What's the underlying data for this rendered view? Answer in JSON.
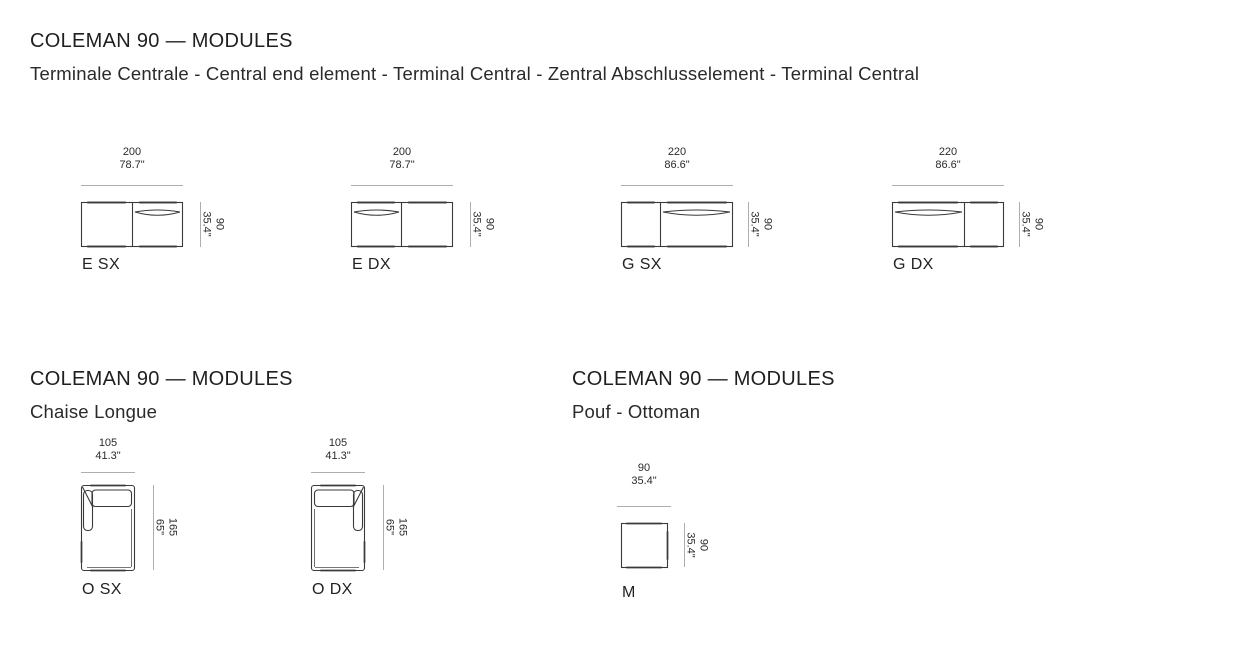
{
  "colors": {
    "background": "#ffffff",
    "text": "#262626",
    "drawing_line": "#3a3a3a",
    "cushion_edge_gray": "#8e8e8e",
    "dimension_line_gray": "#aeaeae"
  },
  "sections": {
    "terminale": {
      "title": "COLEMAN 90 — MODULES",
      "subtitle": "Terminale Centrale - Central end element - Terminal Central - Zentral Abschlusselement - Terminal Central"
    },
    "chaise": {
      "title": "COLEMAN 90 — MODULES",
      "subtitle": "Chaise Longue"
    },
    "pouf": {
      "title": "COLEMAN 90 — MODULES",
      "subtitle": "Pouf - Ottoman"
    }
  },
  "figures": {
    "e_sx": {
      "code": "E SX",
      "width_cm": "200",
      "width_in": "78.7\"",
      "depth_cm": "90",
      "depth_in": "35.4\""
    },
    "e_dx": {
      "code": "E DX",
      "width_cm": "200",
      "width_in": "78.7\"",
      "depth_cm": "90",
      "depth_in": "35.4\""
    },
    "g_sx": {
      "code": "G SX",
      "width_cm": "220",
      "width_in": "86.6\"",
      "depth_cm": "90",
      "depth_in": "35.4\""
    },
    "g_dx": {
      "code": "G DX",
      "width_cm": "220",
      "width_in": "86.6\"",
      "depth_cm": "90",
      "depth_in": "35.4\""
    },
    "o_sx": {
      "code": "O SX",
      "width_cm": "105",
      "width_in": "41.3\"",
      "depth_cm": "165",
      "depth_in": "65\""
    },
    "o_dx": {
      "code": "O DX",
      "width_cm": "105",
      "width_in": "41.3\"",
      "depth_cm": "165",
      "depth_in": "65\""
    },
    "m": {
      "code": "M",
      "width_cm": "90",
      "width_in": "35.4\"",
      "depth_cm": "90",
      "depth_in": "35.4\""
    }
  }
}
